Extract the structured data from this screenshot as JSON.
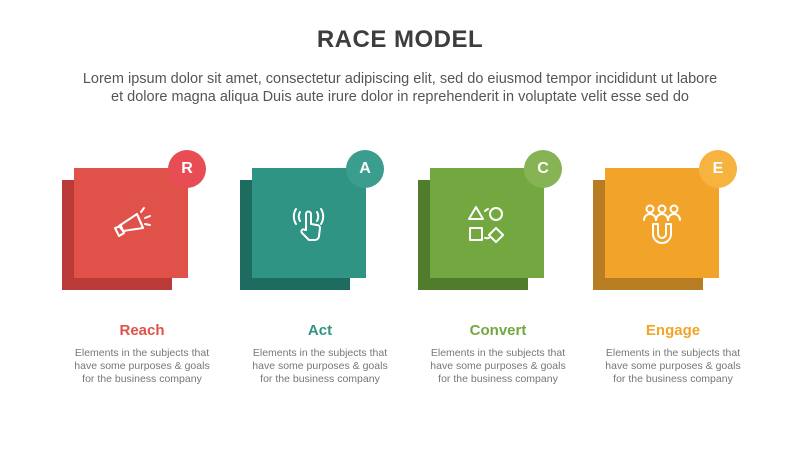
{
  "header": {
    "title": "RACE MODEL",
    "subtitle_line1": "Lorem ipsum dolor sit amet, consectetur adipiscing elit, sed do eiusmod tempor incididunt ut labore",
    "subtitle_line2": "et dolore magna aliqua Duis aute irure dolor in reprehenderit in voluptate velit esse sed do"
  },
  "steps": [
    {
      "letter": "R",
      "label": "Reach",
      "icon": "megaphone-icon",
      "color": "#e0514a",
      "shadow": "#b93a36",
      "badge": "#e84d55",
      "desc1": "Elements in the subjects that",
      "desc2": "have  some purposes & goals",
      "desc3": "for the  business company"
    },
    {
      "letter": "A",
      "label": "Act",
      "icon": "touch-icon",
      "color": "#2f9484",
      "shadow": "#1e6b5f",
      "badge": "#3a9d8d",
      "desc1": "Elements in the subjects that",
      "desc2": "have  some purposes & goals",
      "desc3": "for the  business company"
    },
    {
      "letter": "C",
      "label": "Convert",
      "icon": "shapes-convert-icon",
      "color": "#72a83f",
      "shadow": "#4f7d2b",
      "badge": "#86b455",
      "desc1": "Elements in the subjects that",
      "desc2": "have  some purposes & goals",
      "desc3": "for the  business company"
    },
    {
      "letter": "E",
      "label": "Engage",
      "icon": "people-magnet-icon",
      "color": "#f2a32a",
      "shadow": "#b87c22",
      "badge": "#f7b340",
      "desc1": "Elements in the subjects that",
      "desc2": "have  some purposes & goals",
      "desc3": "for the  business company"
    }
  ]
}
